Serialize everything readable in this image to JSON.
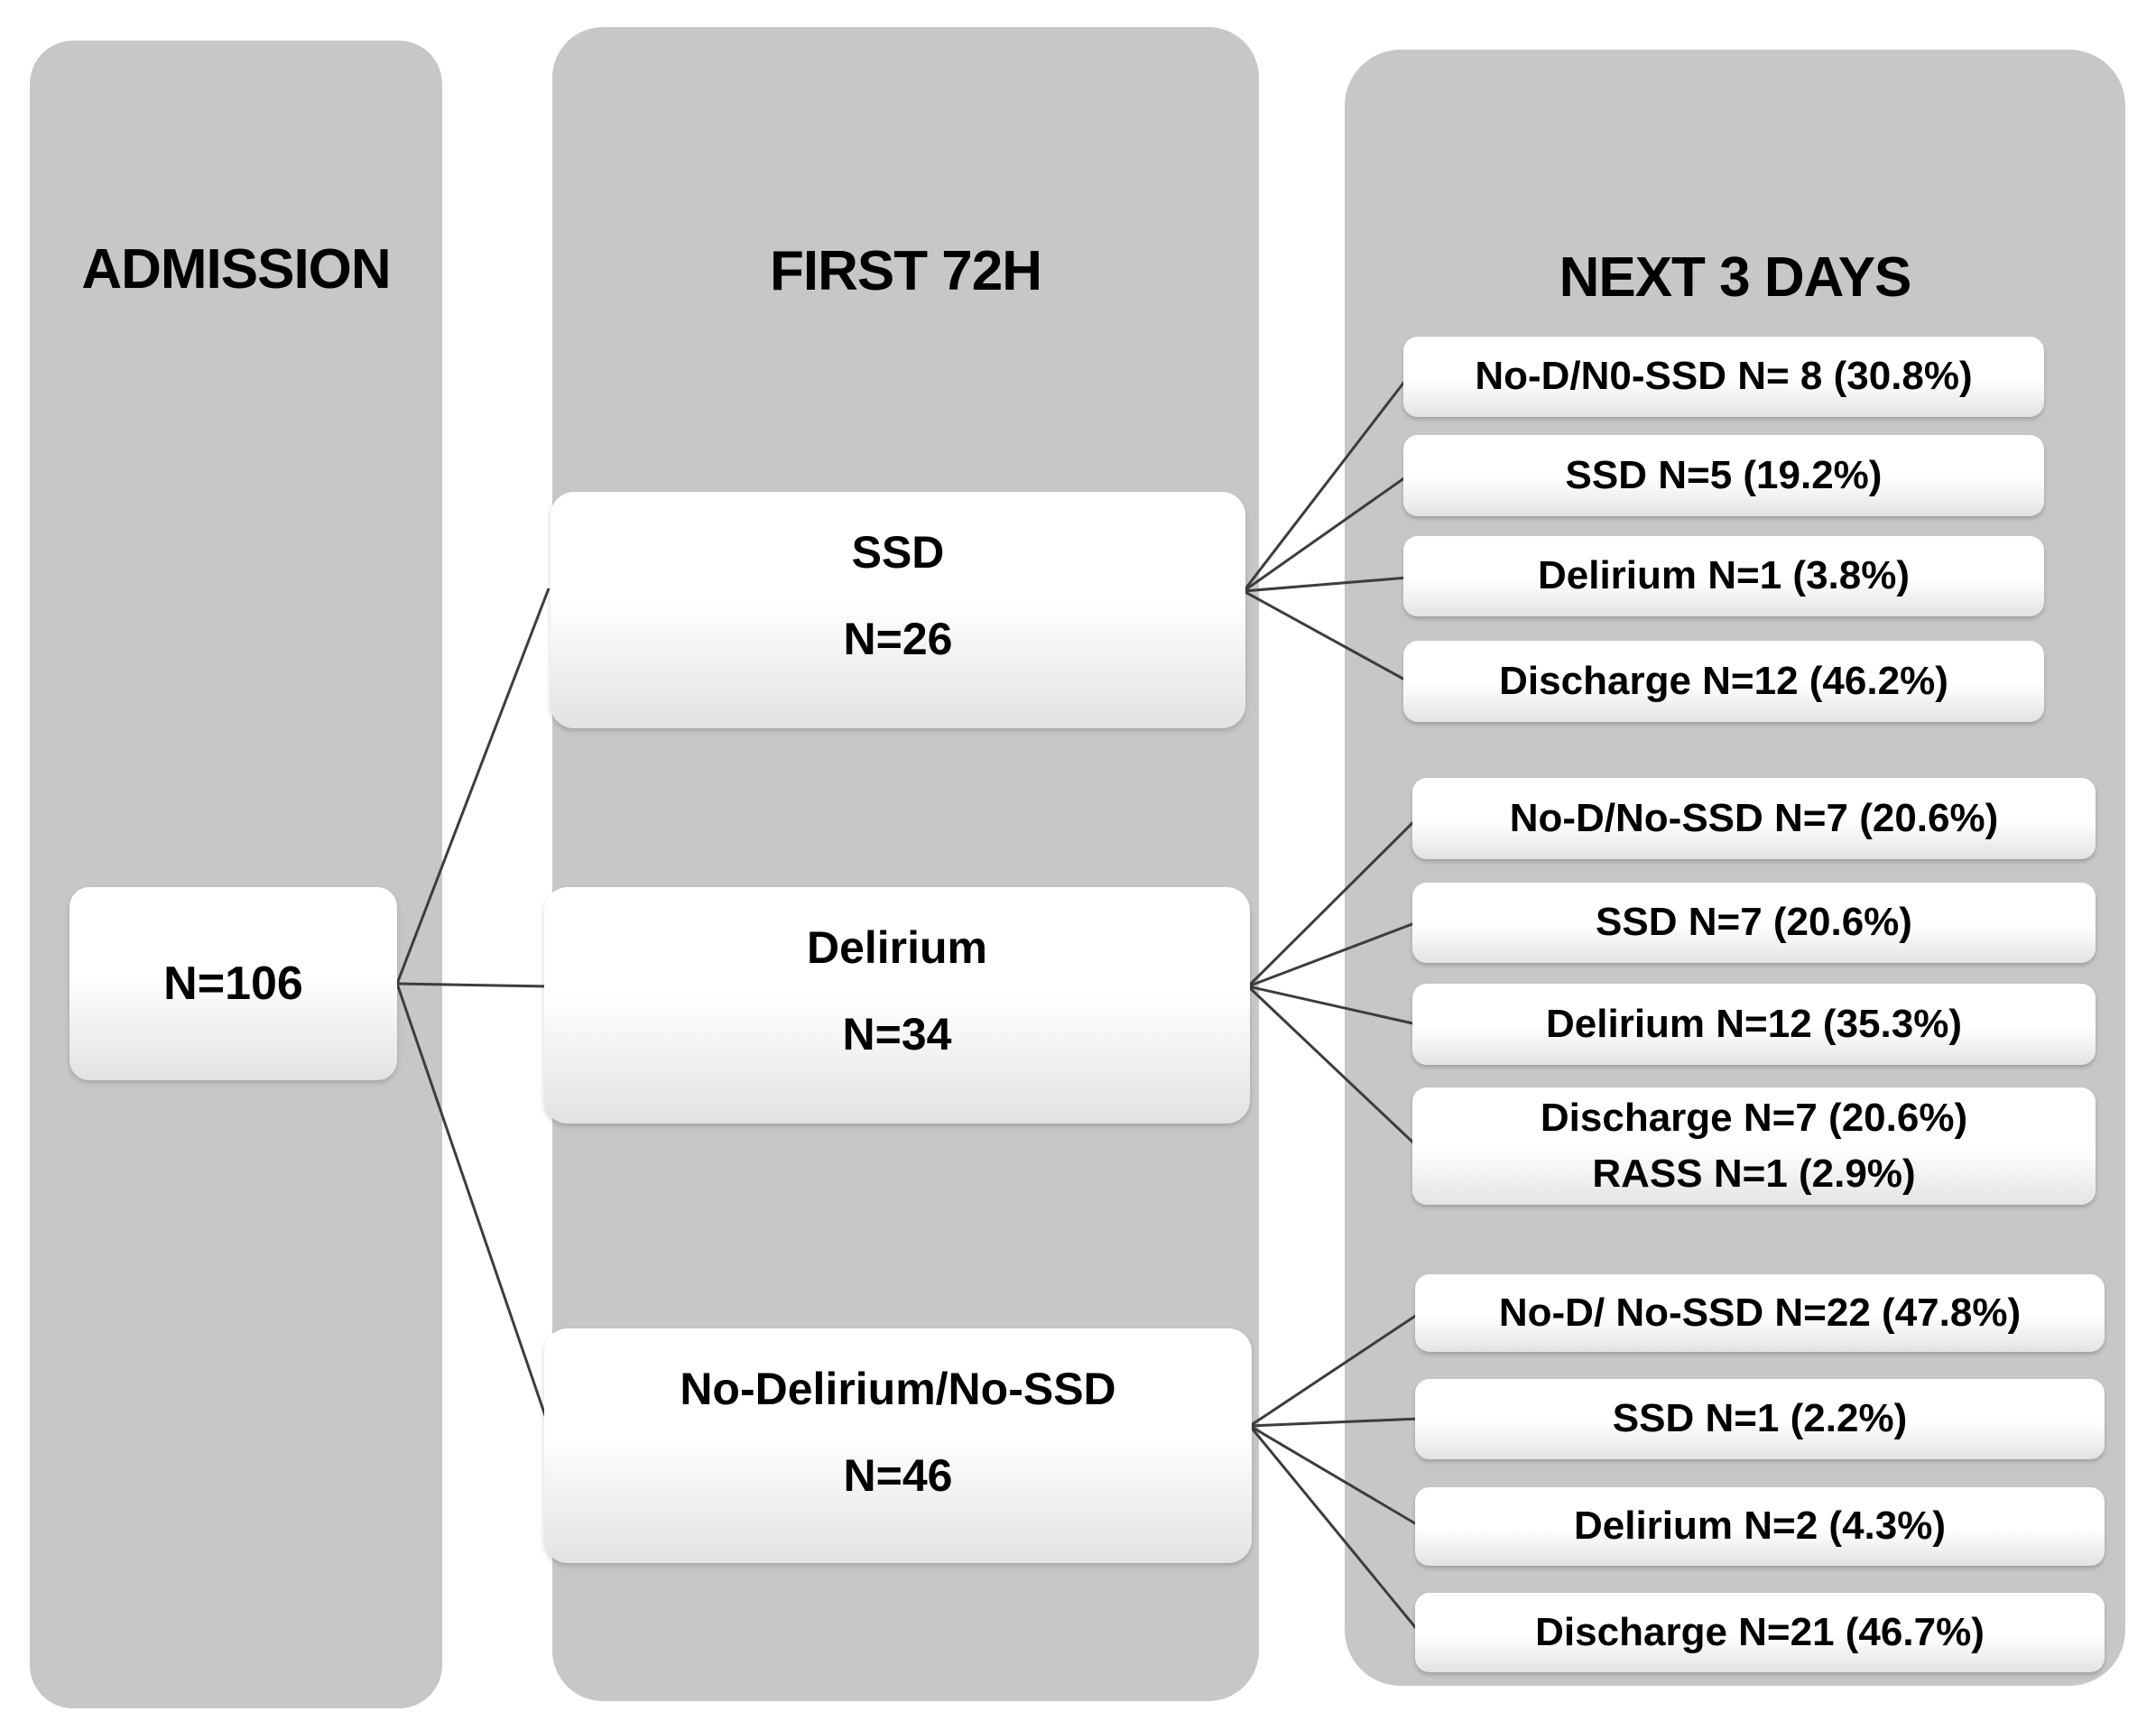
{
  "diagram": {
    "type": "patient-flow",
    "colors": {
      "panel_gray": "#c7c7c7",
      "node_top": "#ffffff",
      "node_bottom": "#e3e3e3",
      "connector_line": "#3d3d3d",
      "text": "#000000",
      "background": "#ffffff"
    },
    "columns": {
      "admission": {
        "header": "ADMISSION",
        "node": {
          "label": "N=106"
        }
      },
      "first72h": {
        "header": "FIRST 72H",
        "nodes": [
          {
            "title": "SSD",
            "count": "N=26"
          },
          {
            "title": "Delirium",
            "count": "N=34"
          },
          {
            "title": "No-Delirium/No-SSD",
            "count": "N=46"
          }
        ]
      },
      "next3days": {
        "header": "NEXT 3 DAYS",
        "groups": [
          {
            "source": "SSD",
            "outcomes": [
              {
                "label": "No-D/N0-SSD  N= 8 (30.8%)"
              },
              {
                "label": "SSD  N=5 (19.2%)"
              },
              {
                "label": "Delirium  N=1 (3.8%)"
              },
              {
                "label": "Discharge N=12 (46.2%)"
              }
            ]
          },
          {
            "source": "Delirium",
            "outcomes": [
              {
                "label": "No-D/No-SSD N=7 (20.6%)"
              },
              {
                "label": "SSD N=7 (20.6%)"
              },
              {
                "label": "Delirium N=12 (35.3%)"
              },
              {
                "label": "Discharge N=7 (20.6%)",
                "label2": "RASS N=1 (2.9%)"
              }
            ]
          },
          {
            "source": "No-Delirium/No-SSD",
            "outcomes": [
              {
                "label": "No-D/ No-SSD N=22 (47.8%)"
              },
              {
                "label": "SSD N=1 (2.2%)"
              },
              {
                "label": "Delirium N=2 (4.3%)"
              },
              {
                "label": "Discharge N=21 (46.7%)"
              }
            ]
          }
        ]
      }
    }
  }
}
